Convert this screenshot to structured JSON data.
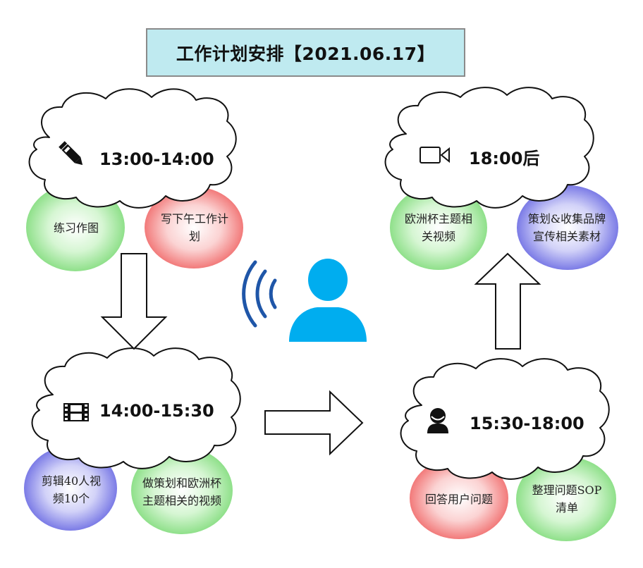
{
  "title": "工作计划安排【2021.06.17】",
  "colors": {
    "title_bg": "#bfeaf0",
    "bubble_green": "#8fe08a",
    "bubble_red": "#f27a7a",
    "bubble_blue": "#7b7be6",
    "person": "#00adef",
    "wifi": "#1f56a8"
  },
  "slots": [
    {
      "time": "13:00-14:00",
      "icon": "pencil-icon",
      "tasks": [
        {
          "text": "练习作图",
          "color": "green"
        },
        {
          "text": "写下午工作计划",
          "color": "red"
        }
      ]
    },
    {
      "time": "14:00-15:30",
      "icon": "film-icon",
      "tasks": [
        {
          "text": "剪辑40人视频10个",
          "color": "blue"
        },
        {
          "text": "做策划和欧洲杯主题相关的视频",
          "color": "green"
        }
      ]
    },
    {
      "time": "15:30-18:00",
      "icon": "user-icon",
      "tasks": [
        {
          "text": "回答用户问题",
          "color": "red"
        },
        {
          "text": "整理问题SOP清单",
          "color": "green"
        }
      ]
    },
    {
      "time": "18:00后",
      "icon": "video-camera-icon",
      "tasks": [
        {
          "text": "欧洲杯主题相关视频",
          "color": "green"
        },
        {
          "text": "策划&收集品牌宣传相关素材",
          "color": "blue"
        }
      ]
    }
  ],
  "center_icon": "person-broadcast-icon"
}
